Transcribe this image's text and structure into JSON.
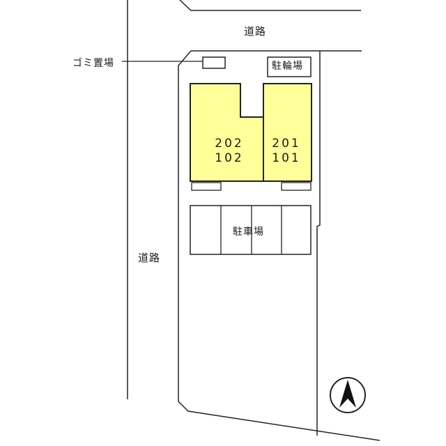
{
  "map": {
    "road_top_label": "道路",
    "road_left_label": "道路",
    "garbage_label": "ゴミ置場",
    "bicycle_parking_label": "駐輪場",
    "parking_label": "駐車場",
    "units_left": [
      "202",
      "102"
    ],
    "units_right": [
      "201",
      "101"
    ],
    "north_arrow_icon": "north-arrow-icon",
    "colors": {
      "building_fill": "#ffff99",
      "line": "#222222",
      "background": "#ffffff"
    }
  }
}
